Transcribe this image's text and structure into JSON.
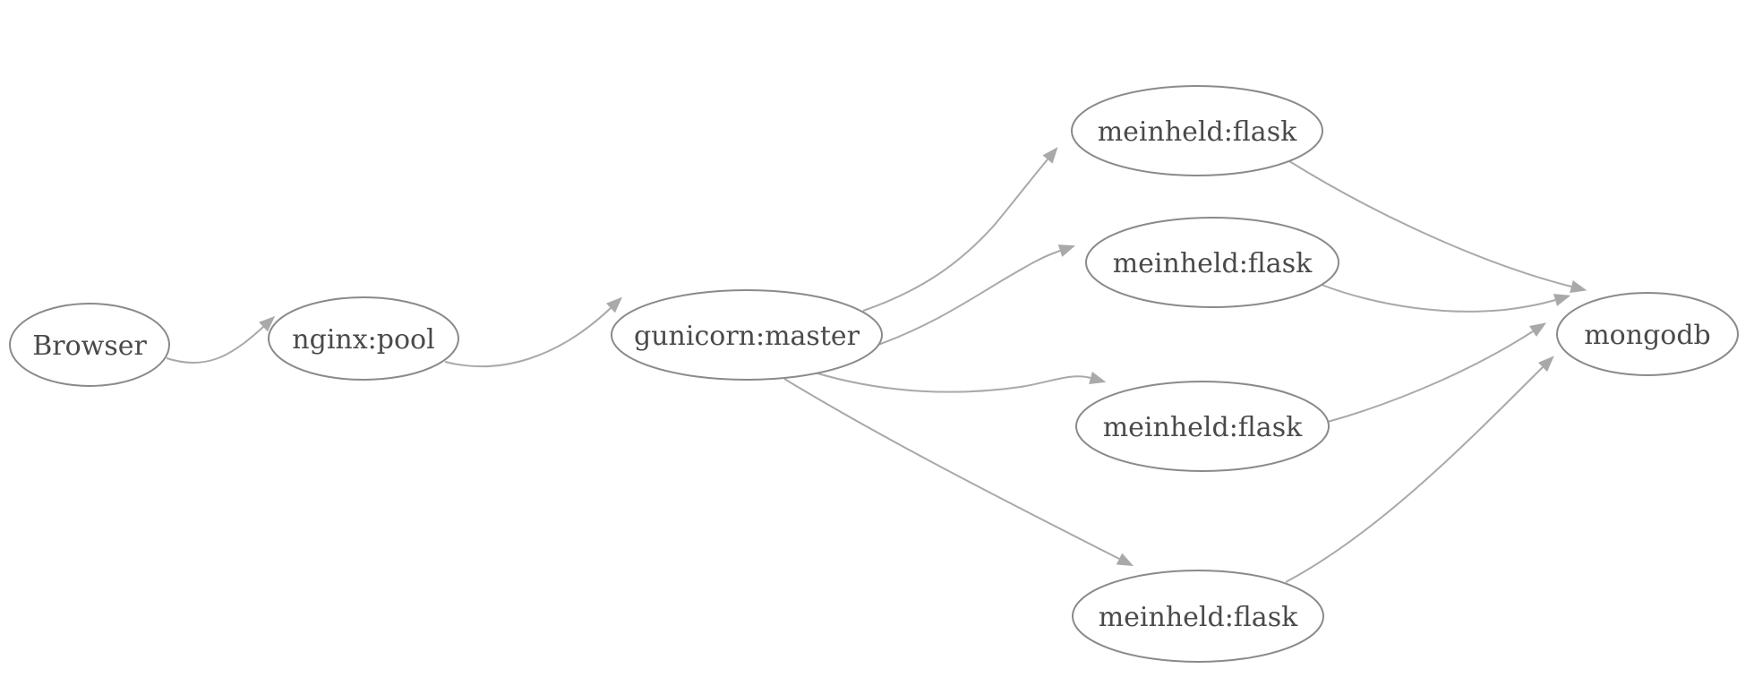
{
  "diagram": {
    "type": "directed-graph",
    "background_color": "#ffffff",
    "colors": {
      "node_border": "#8a8a8a",
      "node_fill": "#ffffff",
      "edge": "#a9a9a9",
      "label": "#4a4a4a"
    },
    "nodes": [
      {
        "id": "browser",
        "label": "Browser"
      },
      {
        "id": "nginx-pool",
        "label": "nginx:pool"
      },
      {
        "id": "gunicorn-master",
        "label": "gunicorn:master"
      },
      {
        "id": "flask-worker-1",
        "label": "meinheld:flask"
      },
      {
        "id": "flask-worker-2",
        "label": "meinheld:flask"
      },
      {
        "id": "flask-worker-3",
        "label": "meinheld:flask"
      },
      {
        "id": "flask-worker-4",
        "label": "meinheld:flask"
      },
      {
        "id": "mongodb",
        "label": "mongodb"
      }
    ],
    "edges": [
      {
        "from": "browser",
        "to": "nginx-pool"
      },
      {
        "from": "nginx-pool",
        "to": "gunicorn-master"
      },
      {
        "from": "gunicorn-master",
        "to": "flask-worker-1"
      },
      {
        "from": "gunicorn-master",
        "to": "flask-worker-2"
      },
      {
        "from": "gunicorn-master",
        "to": "flask-worker-3"
      },
      {
        "from": "gunicorn-master",
        "to": "flask-worker-4"
      },
      {
        "from": "flask-worker-1",
        "to": "mongodb"
      },
      {
        "from": "flask-worker-2",
        "to": "mongodb"
      },
      {
        "from": "flask-worker-3",
        "to": "mongodb"
      },
      {
        "from": "flask-worker-4",
        "to": "mongodb"
      }
    ]
  }
}
